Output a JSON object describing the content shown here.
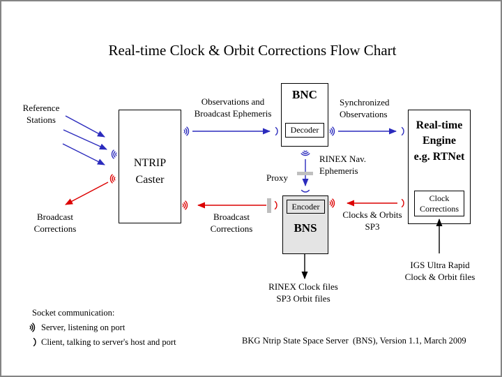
{
  "colors": {
    "blue": "#2b2bbd",
    "red": "#dc0000",
    "black": "#000000",
    "gray_fill": "#e4e4e4",
    "proxy_gray": "#bfbfbf",
    "frame_gray": "#848484"
  },
  "title": "Real-time Clock & Orbit Corrections Flow Chart",
  "boxes": {
    "ntrip_caster": {
      "label": "NTRIP\nCaster"
    },
    "bnc": {
      "label": "BNC",
      "sub_label": "Decoder"
    },
    "bns": {
      "label": "BNS",
      "sub_label": "Encoder"
    },
    "rtnet": {
      "label": "Real-time\nEngine\ne.g. RTNet",
      "sub_label": "Clock\nCorrections"
    }
  },
  "labels": {
    "reference_stations": "Reference\nStations",
    "observations_ephemeris": "Observations and\nBroadcast Ephemeris",
    "synchronized_observations": "Synchronized\nObservations",
    "rinex_nav_ephemeris": "RINEX Nav.\nEphemeris",
    "proxy": "Proxy",
    "broadcast_corrections_left": "Broadcast\nCorrections",
    "broadcast_corrections_mid": "Broadcast\nCorrections",
    "clocks_orbits_sp3": "Clocks & Orbits\nSP3",
    "rinex_clock_sp3_files": "RINEX Clock files\nSP3 Orbit files",
    "igs_ultra_rapid": "IGS Ultra Rapid\nClock & Orbit files"
  },
  "legend": {
    "title": "Socket communication:",
    "server_label": "Server, listening on port",
    "client_label": "Client, talking to server's host and port"
  },
  "footer": "BKG Ntrip State Space Server  (BNS), Version 1.1, March 2009"
}
